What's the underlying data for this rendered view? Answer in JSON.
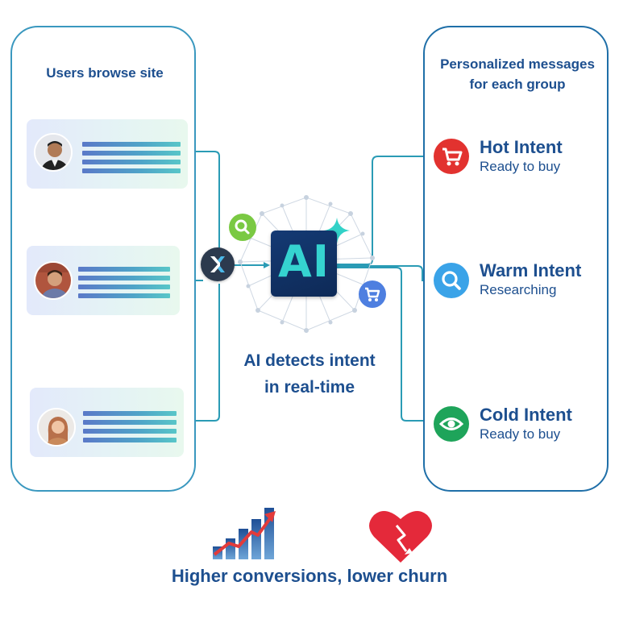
{
  "left_panel": {
    "title": "Users browse site"
  },
  "right_panel": {
    "title_line1": "Personalized messages",
    "title_line2": "for each group"
  },
  "center": {
    "ai_label": "AI",
    "caption_line1": "AI detects intent",
    "caption_line2": "in real-time"
  },
  "intents": [
    {
      "title": "Hot Intent",
      "subtitle": "Ready to buy",
      "icon": "cart-icon",
      "color": "#e2322f"
    },
    {
      "title": "Warm Intent",
      "subtitle": "Researching",
      "icon": "search-icon",
      "color": "#3aa3e8"
    },
    {
      "title": "Cold Intent",
      "subtitle": "Ready to buy",
      "icon": "eye-icon",
      "color": "#1ea45a"
    }
  ],
  "footer": {
    "text": "Higher conversions, lower churn"
  },
  "colors": {
    "primary_text": "#1d4f8f",
    "connector": "#2a9bb5",
    "ai_accent": "#35d3d0",
    "hub_green": "#7ac943",
    "hub_blue": "#4e7fe0"
  }
}
